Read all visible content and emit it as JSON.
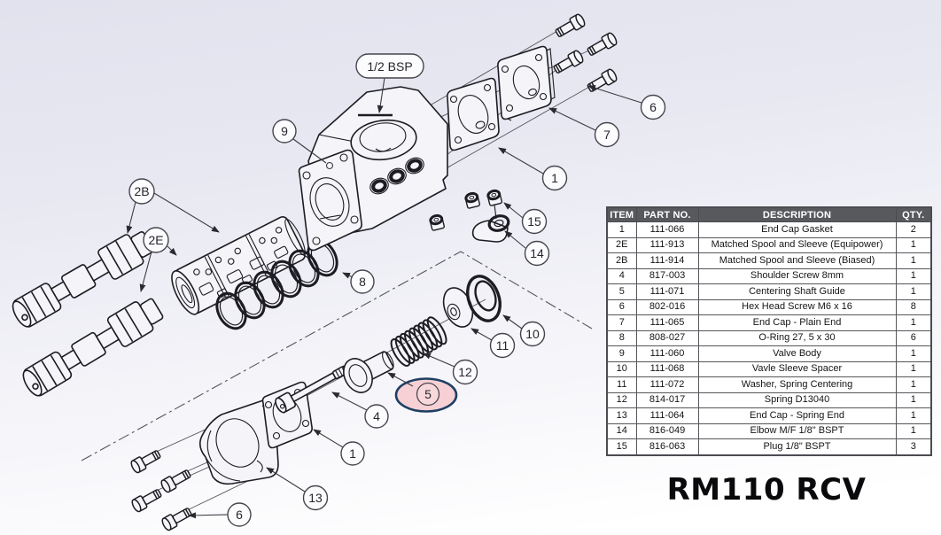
{
  "title": "RM110 RCV",
  "diagram": {
    "port_label": "1/2 BSP",
    "callouts": {
      "bsp": "1/2 BSP",
      "c1": "1",
      "c2b": "2B",
      "c2e": "2E",
      "c4": "4",
      "c5": "5",
      "c6": "6",
      "c7": "7",
      "c8": "8",
      "c9": "9",
      "c10": "10",
      "c11": "11",
      "c12": "12",
      "c13": "13",
      "c14": "14",
      "c15": "15"
    },
    "highlighted_item": "5"
  },
  "table": {
    "headers": [
      "ITEM",
      "PART NO.",
      "DESCRIPTION",
      "QTY."
    ],
    "rows": [
      [
        "1",
        "111-066",
        "End Cap Gasket",
        "2"
      ],
      [
        "2E",
        "111-913",
        "Matched Spool and Sleeve (Equipower)",
        "1"
      ],
      [
        "2B",
        "111-914",
        "Matched Spool and Sleeve (Biased)",
        "1"
      ],
      [
        "4",
        "817-003",
        "Shoulder Screw 8mm",
        "1"
      ],
      [
        "5",
        "111-071",
        "Centering Shaft Guide",
        "1"
      ],
      [
        "6",
        "802-016",
        "Hex Head Screw M6 x 16",
        "8"
      ],
      [
        "7",
        "111-065",
        "End Cap - Plain End",
        "1"
      ],
      [
        "8",
        "808-027",
        "O-Ring 27, 5 x 30",
        "6"
      ],
      [
        "9",
        "111-060",
        "Valve Body",
        "1"
      ],
      [
        "10",
        "111-068",
        "Vavle Sleeve Spacer",
        "1"
      ],
      [
        "11",
        "111-072",
        "Washer, Spring Centering",
        "1"
      ],
      [
        "12",
        "814-017",
        "Spring D13040",
        "1"
      ],
      [
        "13",
        "111-064",
        "End Cap - Spring End",
        "1"
      ],
      [
        "14",
        "816-049",
        "Elbow M/F 1/8\" BSPT",
        "1"
      ],
      [
        "15",
        "816-063",
        "Plug 1/8\" BSPT",
        "3"
      ]
    ]
  },
  "colors": {
    "highlight_fill": "#f6d0d4",
    "highlight_border": "#1e3f63",
    "table_header_bg": "#58595d",
    "line_color": "#1c1c22"
  }
}
